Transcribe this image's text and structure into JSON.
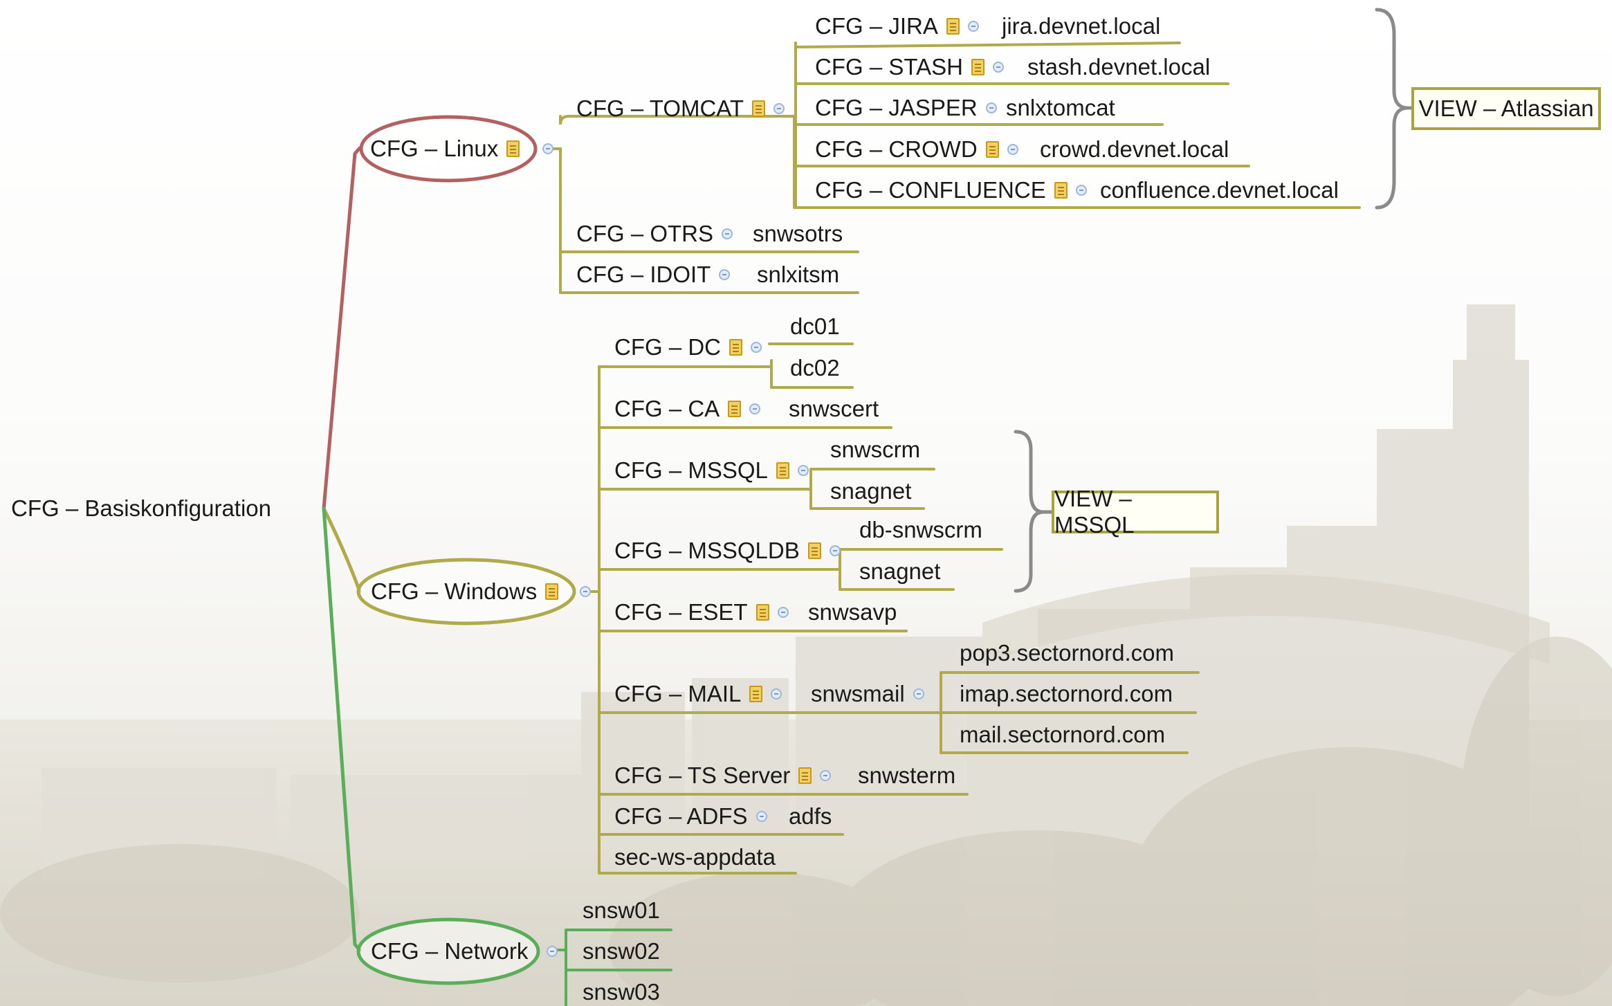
{
  "colors": {
    "branch_olive": "#b0aa4a",
    "branch_red": "#b36060",
    "branch_green": "#5aae5a",
    "view_border": "#a9a33e"
  },
  "mindmap": {
    "root": {
      "label": "CFG – Basiskonfiguration"
    },
    "linux": {
      "label": "CFG – Linux",
      "tomcat": {
        "label": "CFG – TOMCAT",
        "children": [
          {
            "label": "CFG – JIRA",
            "host": "jira.devnet.local"
          },
          {
            "label": "CFG – STASH",
            "host": "stash.devnet.local"
          },
          {
            "label": "CFG – JASPER",
            "host": "snlxtomcat"
          },
          {
            "label": "CFG – CROWD",
            "host": "crowd.devnet.local"
          },
          {
            "label": "CFG – CONFLUENCE",
            "host": "confluence.devnet.local"
          }
        ]
      },
      "otrs": {
        "label": "CFG – OTRS",
        "host": "snwsotrs"
      },
      "idoit": {
        "label": "CFG – IDOIT",
        "host": "snlxitsm"
      },
      "view_atlassian": "VIEW – Atlassian"
    },
    "windows": {
      "label": "CFG – Windows",
      "dc": {
        "label": "CFG – DC",
        "hosts": [
          "dc01",
          "dc02"
        ]
      },
      "ca": {
        "label": "CFG – CA",
        "host": "snwscert"
      },
      "mssql": {
        "label": "CFG – MSSQL",
        "hosts": [
          "snwscrm",
          "snagnet"
        ]
      },
      "mssqldb": {
        "label": "CFG – MSSQLDB",
        "hosts": [
          "db-snwscrm",
          "snagnet"
        ]
      },
      "view_mssql": "VIEW – MSSQL",
      "eset": {
        "label": "CFG – ESET",
        "host": "snwsavp"
      },
      "mail": {
        "label": "CFG – MAIL",
        "host": "snwsmail",
        "children": [
          "pop3.sectornord.com",
          "imap.sectornord.com",
          "mail.sectornord.com"
        ]
      },
      "ts": {
        "label": "CFG – TS Server",
        "host": "snwsterm"
      },
      "adfs": {
        "label": "CFG – ADFS",
        "host": "adfs"
      },
      "appdata": {
        "label": "sec-ws-appdata"
      }
    },
    "network": {
      "label": "CFG – Network",
      "children": [
        "snsw01",
        "snsw02",
        "snsw03"
      ]
    }
  }
}
